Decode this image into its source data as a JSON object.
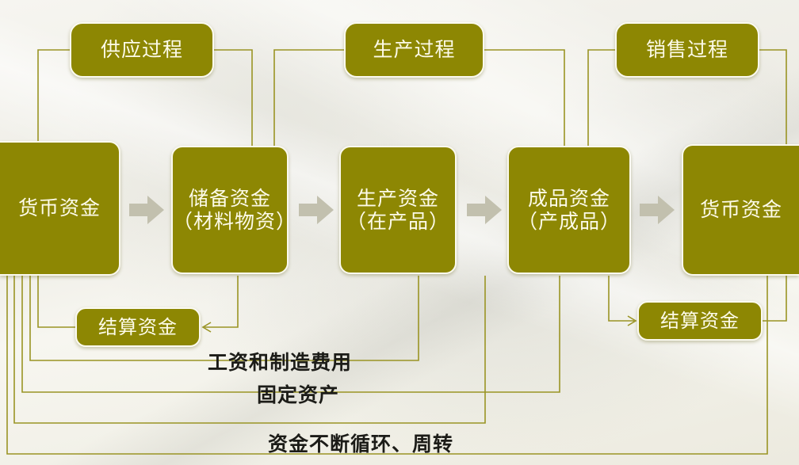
{
  "diagram": {
    "title_text_colors": {
      "node_fill": "#8d8703",
      "node_border": "#fbfaf0",
      "node_text": "#fdfbe9",
      "wire": "#9a9424",
      "arrow": "#c2c0ae",
      "background": "#f2f1ea",
      "note_text": "#1c1c18"
    },
    "process_boxes": [
      {
        "id": "supply",
        "label": "供应过程"
      },
      {
        "id": "production",
        "label": "生产过程"
      },
      {
        "id": "sales",
        "label": "销售过程"
      }
    ],
    "fund_boxes": [
      {
        "id": "money-left",
        "label": "货币资金"
      },
      {
        "id": "reserve",
        "label": "储备资金\n（材料物资）"
      },
      {
        "id": "production-fund",
        "label": "生产资金\n（在产品）"
      },
      {
        "id": "finished",
        "label": "成品资金\n（产成品）"
      },
      {
        "id": "money-right",
        "label": "货币资金"
      }
    ],
    "settlement_boxes": [
      {
        "id": "settle-left",
        "label": "结算资金"
      },
      {
        "id": "settle-right",
        "label": "结算资金"
      }
    ],
    "notes": [
      {
        "id": "wages",
        "label": "工资和制造费用"
      },
      {
        "id": "fixed",
        "label": "固定资产"
      },
      {
        "id": "cycle",
        "label": "资金不断循环、周转"
      }
    ],
    "flow_arrows": [
      {
        "id": "arrow-1",
        "from": "货币资金",
        "to": "储备资金（材料物资）"
      },
      {
        "id": "arrow-2",
        "from": "储备资金（材料物资）",
        "to": "生产资金（在产品）"
      },
      {
        "id": "arrow-3",
        "from": "生产资金（在产品）",
        "to": "成品资金（产成品）"
      },
      {
        "id": "arrow-4",
        "from": "成品资金（产成品）",
        "to": "货币资金"
      }
    ]
  }
}
